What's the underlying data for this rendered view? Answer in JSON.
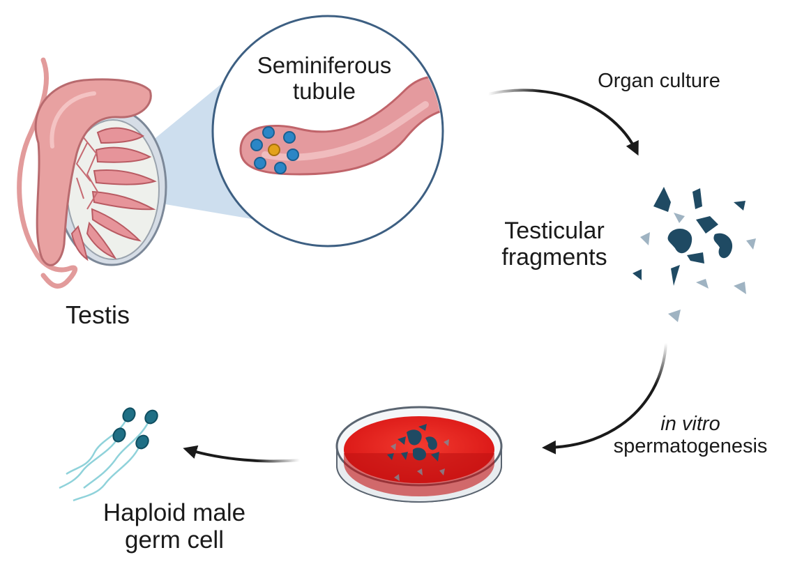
{
  "labels": {
    "testis": "Testis",
    "tubule_line1": "Seminiferous",
    "tubule_line2": "tubule",
    "organ_culture": "Organ culture",
    "fragments_line1": "Testicular",
    "fragments_line2": "fragments",
    "in_vitro": "in vitro",
    "spermatogenesis": "spermatogenesis",
    "haploid_line1": "Haploid male",
    "haploid_line2": "germ cell"
  },
  "colors": {
    "testis_pink": "#e7a0a0",
    "tubule_red": "#d9747a",
    "zoom_blue": "#bcd3e8",
    "circle_outline": "#3d5f82",
    "fragment_dark": "#1f4a63",
    "fragment_light": "#9fb3c2",
    "petri_red": "#e82020",
    "sperm_teal": "#2a7f91",
    "arrow": "#1a1a1a"
  },
  "icons": [
    "testis-illustration",
    "seminiferous-tubule-illustration",
    "tissue-fragments-illustration",
    "petri-dish-illustration",
    "sperm-cells-illustration"
  ]
}
